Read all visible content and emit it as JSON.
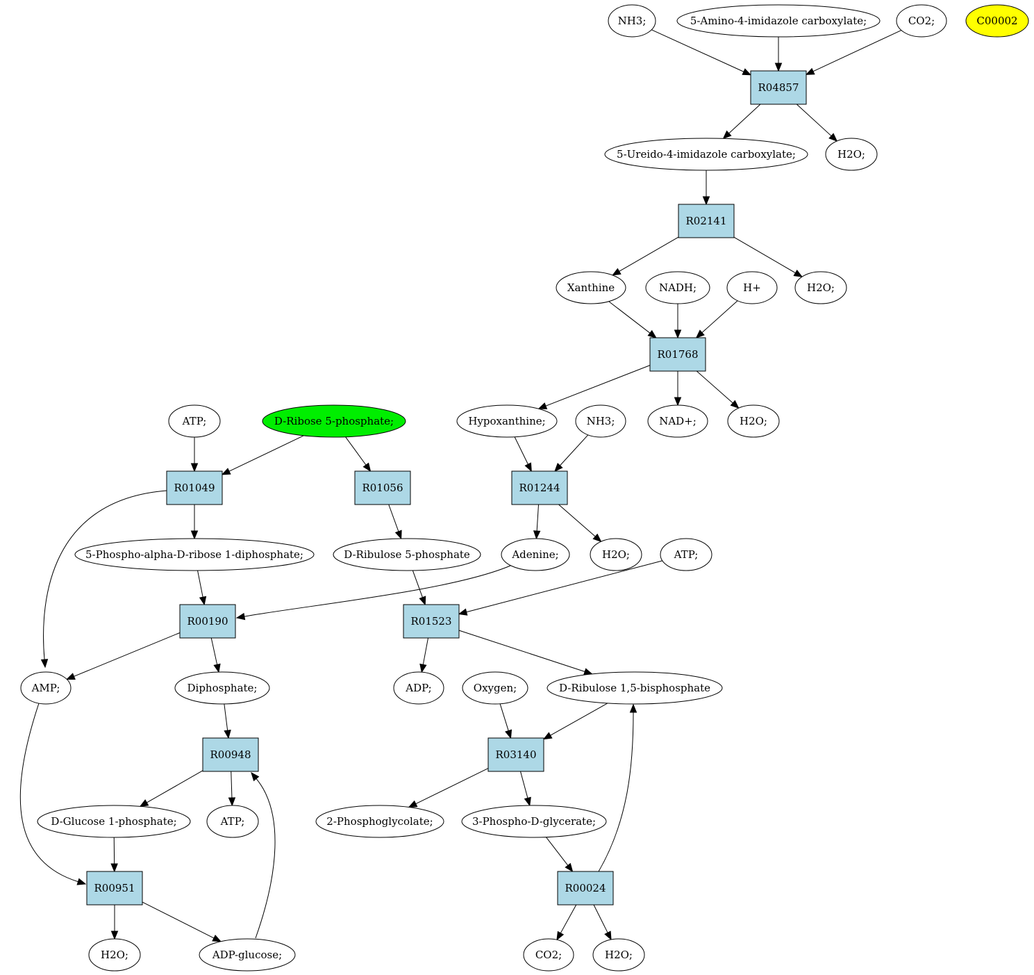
{
  "colors": {
    "compound_fill": "#ffffff",
    "reaction_fill": "#add8e6",
    "highlight_start": "#00ee00",
    "highlight_target": "#ffff00",
    "stroke": "#000000"
  },
  "nodes": [
    {
      "id": "nh3_top",
      "kind": "compound",
      "label": "NH3;"
    },
    {
      "id": "aica",
      "kind": "compound",
      "label": "5-Amino-4-imidazole carboxylate;"
    },
    {
      "id": "co2_top",
      "kind": "compound",
      "label": "CO2;"
    },
    {
      "id": "c00002",
      "kind": "compound",
      "label": "C00002",
      "style": "highlight_target"
    },
    {
      "id": "r04857",
      "kind": "reaction",
      "label": "R04857"
    },
    {
      "id": "uica",
      "kind": "compound",
      "label": "5-Ureido-4-imidazole carboxylate;"
    },
    {
      "id": "h2o_1",
      "kind": "compound",
      "label": "H2O;"
    },
    {
      "id": "r02141",
      "kind": "reaction",
      "label": "R02141"
    },
    {
      "id": "xanthine",
      "kind": "compound",
      "label": "Xanthine"
    },
    {
      "id": "nadh",
      "kind": "compound",
      "label": "NADH;"
    },
    {
      "id": "hplus",
      "kind": "compound",
      "label": "H+"
    },
    {
      "id": "h2o_2",
      "kind": "compound",
      "label": "H2O;"
    },
    {
      "id": "r01768",
      "kind": "reaction",
      "label": "R01768"
    },
    {
      "id": "atp_1",
      "kind": "compound",
      "label": "ATP;"
    },
    {
      "id": "r5p",
      "kind": "compound",
      "label": "D-Ribose 5-phosphate;",
      "style": "highlight_start"
    },
    {
      "id": "hypoxanthine",
      "kind": "compound",
      "label": "Hypoxanthine;"
    },
    {
      "id": "nh3_mid",
      "kind": "compound",
      "label": "NH3;"
    },
    {
      "id": "nadplus",
      "kind": "compound",
      "label": "NAD+;"
    },
    {
      "id": "h2o_3",
      "kind": "compound",
      "label": "H2O;"
    },
    {
      "id": "r01049",
      "kind": "reaction",
      "label": "R01049"
    },
    {
      "id": "r01056",
      "kind": "reaction",
      "label": "R01056"
    },
    {
      "id": "r01244",
      "kind": "reaction",
      "label": "R01244"
    },
    {
      "id": "prpp",
      "kind": "compound",
      "label": "5-Phospho-alpha-D-ribose 1-diphosphate;"
    },
    {
      "id": "ru5p",
      "kind": "compound",
      "label": "D-Ribulose 5-phosphate"
    },
    {
      "id": "adenine",
      "kind": "compound",
      "label": "Adenine;"
    },
    {
      "id": "h2o_4",
      "kind": "compound",
      "label": "H2O;"
    },
    {
      "id": "atp_2",
      "kind": "compound",
      "label": "ATP;"
    },
    {
      "id": "r00190",
      "kind": "reaction",
      "label": "R00190"
    },
    {
      "id": "r01523",
      "kind": "reaction",
      "label": "R01523"
    },
    {
      "id": "amp",
      "kind": "compound",
      "label": "AMP;"
    },
    {
      "id": "diphosphate",
      "kind": "compound",
      "label": "Diphosphate;"
    },
    {
      "id": "adp",
      "kind": "compound",
      "label": "ADP;"
    },
    {
      "id": "oxygen",
      "kind": "compound",
      "label": "Oxygen;"
    },
    {
      "id": "rubp",
      "kind": "compound",
      "label": "D-Ribulose 1,5-bisphosphate"
    },
    {
      "id": "r00948",
      "kind": "reaction",
      "label": "R00948"
    },
    {
      "id": "r03140",
      "kind": "reaction",
      "label": "R03140"
    },
    {
      "id": "g1p",
      "kind": "compound",
      "label": "D-Glucose 1-phosphate;"
    },
    {
      "id": "atp_3",
      "kind": "compound",
      "label": "ATP;"
    },
    {
      "id": "pglycolate",
      "kind": "compound",
      "label": "2-Phosphoglycolate;"
    },
    {
      "id": "pga",
      "kind": "compound",
      "label": "3-Phospho-D-glycerate;"
    },
    {
      "id": "r00951",
      "kind": "reaction",
      "label": "R00951"
    },
    {
      "id": "r00024",
      "kind": "reaction",
      "label": "R00024"
    },
    {
      "id": "h2o_5",
      "kind": "compound",
      "label": "H2O;"
    },
    {
      "id": "adpglucose",
      "kind": "compound",
      "label": "ADP-glucose;"
    },
    {
      "id": "co2_bot",
      "kind": "compound",
      "label": "CO2;"
    },
    {
      "id": "h2o_6",
      "kind": "compound",
      "label": "H2O;"
    }
  ],
  "edges": [
    {
      "from": "nh3_top",
      "to": "r04857"
    },
    {
      "from": "aica",
      "to": "r04857"
    },
    {
      "from": "co2_top",
      "to": "r04857"
    },
    {
      "from": "r04857",
      "to": "uica"
    },
    {
      "from": "r04857",
      "to": "h2o_1"
    },
    {
      "from": "uica",
      "to": "r02141"
    },
    {
      "from": "r02141",
      "to": "xanthine"
    },
    {
      "from": "r02141",
      "to": "h2o_2"
    },
    {
      "from": "xanthine",
      "to": "r01768"
    },
    {
      "from": "nadh",
      "to": "r01768"
    },
    {
      "from": "hplus",
      "to": "r01768"
    },
    {
      "from": "r01768",
      "to": "hypoxanthine"
    },
    {
      "from": "r01768",
      "to": "nadplus"
    },
    {
      "from": "r01768",
      "to": "h2o_3"
    },
    {
      "from": "atp_1",
      "to": "r01049"
    },
    {
      "from": "r5p",
      "to": "r01049"
    },
    {
      "from": "r5p",
      "to": "r01056"
    },
    {
      "from": "hypoxanthine",
      "to": "r01244"
    },
    {
      "from": "nh3_mid",
      "to": "r01244"
    },
    {
      "from": "r01049",
      "to": "prpp"
    },
    {
      "from": "r01049",
      "to": "amp"
    },
    {
      "from": "r01056",
      "to": "ru5p"
    },
    {
      "from": "r01244",
      "to": "adenine"
    },
    {
      "from": "r01244",
      "to": "h2o_4"
    },
    {
      "from": "prpp",
      "to": "r00190"
    },
    {
      "from": "adenine",
      "to": "r00190"
    },
    {
      "from": "ru5p",
      "to": "r01523"
    },
    {
      "from": "atp_2",
      "to": "r01523"
    },
    {
      "from": "r00190",
      "to": "amp"
    },
    {
      "from": "r00190",
      "to": "diphosphate"
    },
    {
      "from": "r01523",
      "to": "adp"
    },
    {
      "from": "r01523",
      "to": "rubp"
    },
    {
      "from": "diphosphate",
      "to": "r00948"
    },
    {
      "from": "oxygen",
      "to": "r03140"
    },
    {
      "from": "rubp",
      "to": "r03140"
    },
    {
      "from": "r00948",
      "to": "g1p"
    },
    {
      "from": "r00948",
      "to": "atp_3"
    },
    {
      "from": "adpglucose",
      "to": "r00948"
    },
    {
      "from": "r03140",
      "to": "pglycolate"
    },
    {
      "from": "r03140",
      "to": "pga"
    },
    {
      "from": "amp",
      "to": "r00951"
    },
    {
      "from": "g1p",
      "to": "r00951"
    },
    {
      "from": "pga",
      "to": "r00024"
    },
    {
      "from": "r00951",
      "to": "h2o_5"
    },
    {
      "from": "r00951",
      "to": "adpglucose"
    },
    {
      "from": "r00024",
      "to": "co2_bot"
    },
    {
      "from": "r00024",
      "to": "h2o_6"
    },
    {
      "from": "r00024",
      "to": "rubp"
    }
  ]
}
